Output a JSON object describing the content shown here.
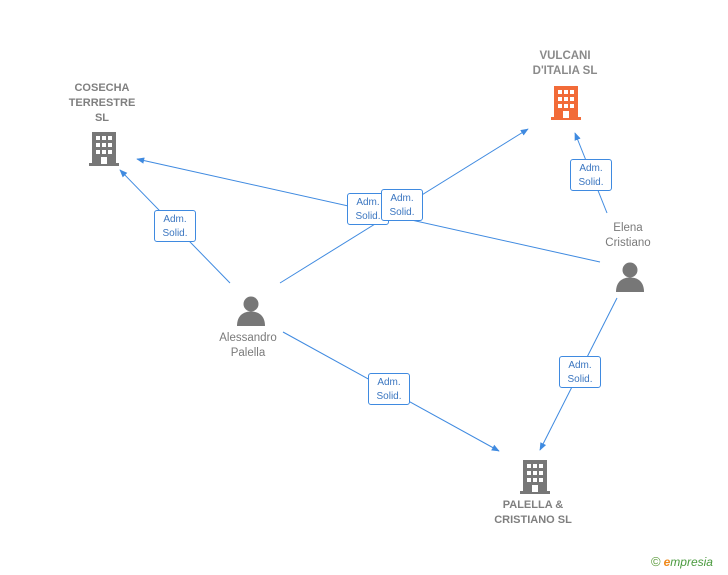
{
  "companies": {
    "cosecha": {
      "name": "COSECHA\nTERRESTRE\nSL",
      "color": "#777777"
    },
    "vulcani": {
      "name": "VULCANI\nD'ITALIA  SL",
      "color": "#f26b38"
    },
    "palella": {
      "name": "PALELLA &\nCRISTIANO  SL",
      "color": "#777777"
    }
  },
  "persons": {
    "alessandro": {
      "name": "Alessandro\nPalella",
      "color": "#777777"
    },
    "elena": {
      "name": "Elena\nCristiano",
      "color": "#777777"
    }
  },
  "relations": [
    {
      "label": "Adm.\nSolid.",
      "from": "alessandro",
      "to": "cosecha"
    },
    {
      "label": "Adm.\nSolid.",
      "from": "elena",
      "to": "cosecha"
    },
    {
      "label": "Adm.\nSolid.",
      "from": "alessandro",
      "to": "vulcani"
    },
    {
      "label": "Adm.\nSolid.",
      "from": "elena",
      "to": "vulcani"
    },
    {
      "label": "Adm.\nSolid.",
      "from": "alessandro",
      "to": "palella"
    },
    {
      "label": "Adm.\nSolid.",
      "from": "elena",
      "to": "palella"
    }
  ],
  "edge_color": "#3f8ae0",
  "footer": {
    "copyright": "©",
    "brand_first": "e",
    "brand_rest": "mpresia"
  }
}
